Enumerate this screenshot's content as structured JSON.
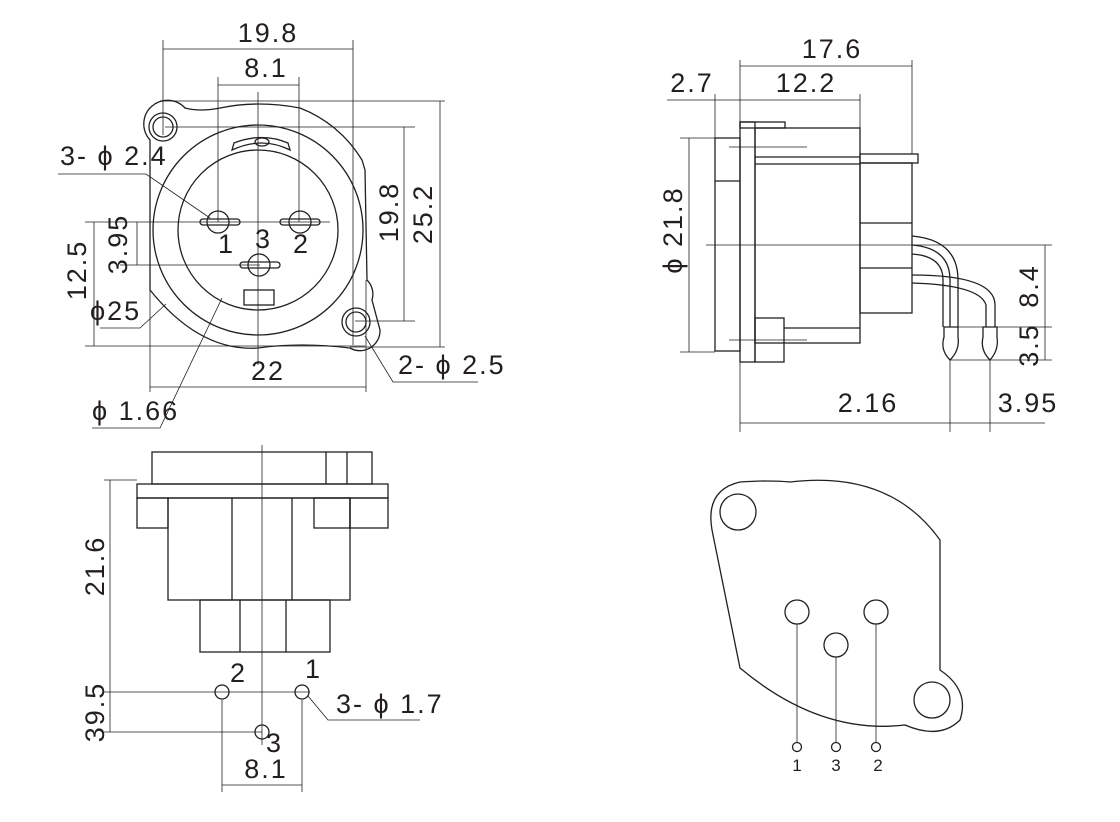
{
  "front_view": {
    "width_outer": "19.8",
    "pin_spacing": "8.1",
    "pin_holes": "3- ϕ 2.4",
    "height_holes": "19.8",
    "height_total": "25.2",
    "pin_offset": "3.95",
    "center_height": "12.5",
    "ring_diameter": "ϕ25",
    "width_flange": "22",
    "mount_holes": "2- ϕ 2.5",
    "inner_diameter": "ϕ 1.66",
    "pin_labels": [
      "1",
      "3",
      "2"
    ]
  },
  "side_view": {
    "total_depth": "17.6",
    "body_depth": "12.2",
    "flange_depth": "2.7",
    "diameter": "ϕ 21.8",
    "pin_height": "8.4",
    "pin_tip": "3.5",
    "pin_distance": "2.16",
    "pin_pitch": "3.95"
  },
  "bottom_view": {
    "height": "21.6",
    "pin_row": "39.5",
    "pin_spacing": "8.1",
    "pin_holes": "3- ϕ 1.7",
    "pin_labels": [
      "2",
      "1",
      "3"
    ]
  },
  "pcb_view": {
    "pin_labels": [
      "1",
      "3",
      "2"
    ]
  }
}
